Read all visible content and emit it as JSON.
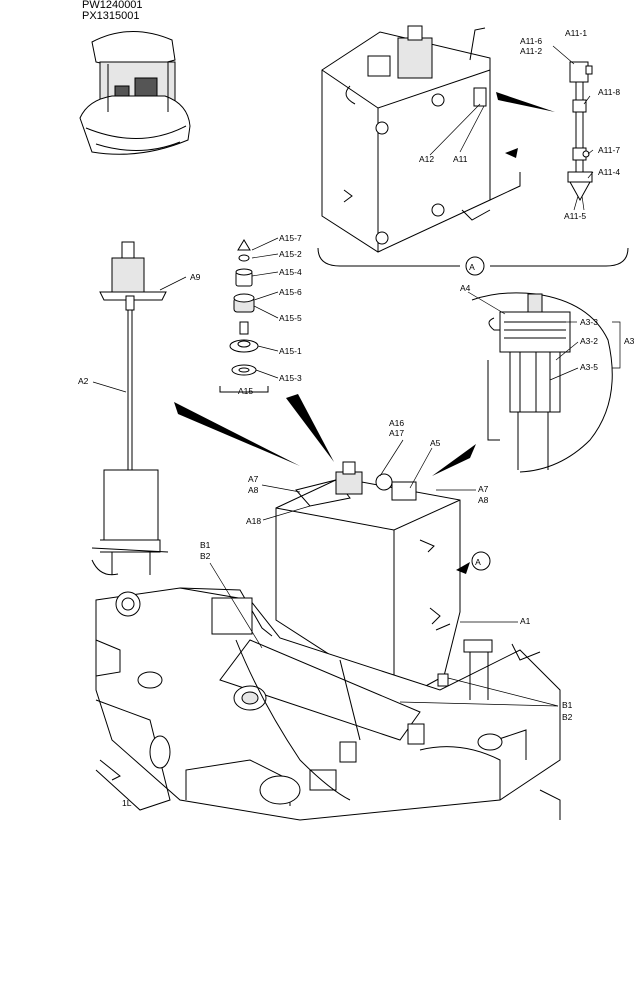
{
  "header": {
    "code1": "PW1240001",
    "code2": "PX1315001"
  },
  "labels": {
    "A1": "A1",
    "A2": "A2",
    "A3": "A3",
    "A3_2": "A3-2",
    "A3_3": "A3-3",
    "A3_5": "A3-5",
    "A4": "A4",
    "A5": "A5",
    "A7": "A7",
    "A8": "A8",
    "A9": "A9",
    "A11": "A11",
    "A11_1": "A11-1",
    "A11_2": "A11-2",
    "A11_4": "A11-4",
    "A11_5": "A11-5",
    "A11_6": "A11-6",
    "A11_7": "A11-7",
    "A11_8": "A11-8",
    "A12": "A12",
    "A15": "A15",
    "A15_1": "A15-1",
    "A15_2": "A15-2",
    "A15_3": "A15-3",
    "A15_4": "A15-4",
    "A15_5": "A15-5",
    "A15_6": "A15-6",
    "A15_7": "A15-7",
    "A16": "A16",
    "A17": "A17",
    "A18": "A18",
    "B1": "B1",
    "B2": "B2",
    "view_ref": "A",
    "corner_mark": "1L"
  }
}
